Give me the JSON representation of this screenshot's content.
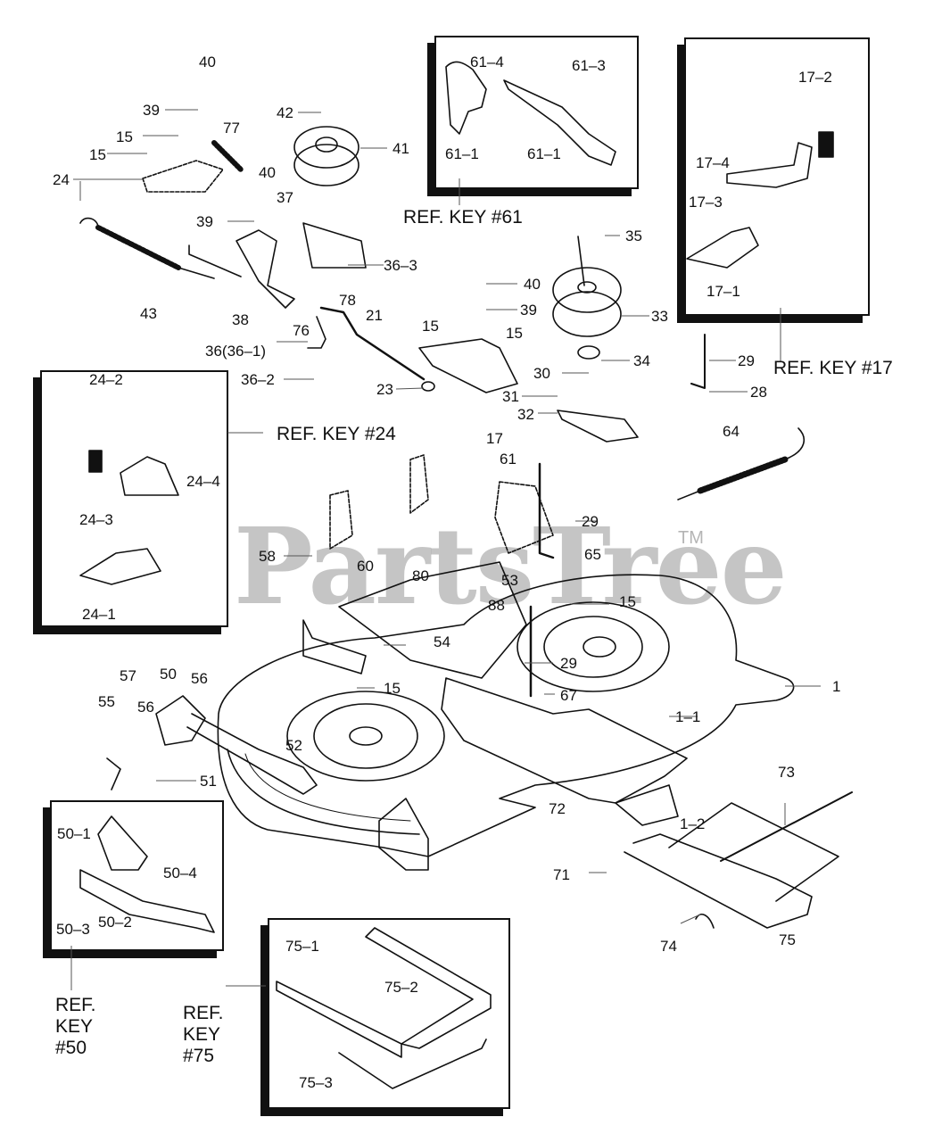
{
  "diagram": {
    "type": "exploded-parts-diagram",
    "watermark": "PartsTree",
    "watermark_mark": "TM",
    "colors": {
      "line": "#111111",
      "leader": "#555555",
      "watermark": "#969696",
      "background": "#ffffff"
    },
    "callouts": [
      {
        "id": "c40a",
        "text": "40"
      },
      {
        "id": "c39a",
        "text": "39"
      },
      {
        "id": "c77",
        "text": "77"
      },
      {
        "id": "c15a",
        "text": "15"
      },
      {
        "id": "c15b",
        "text": "15"
      },
      {
        "id": "c24",
        "text": "24"
      },
      {
        "id": "c42",
        "text": "42"
      },
      {
        "id": "c41",
        "text": "41"
      },
      {
        "id": "c40b",
        "text": "40"
      },
      {
        "id": "c37",
        "text": "37"
      },
      {
        "id": "c39b",
        "text": "39"
      },
      {
        "id": "c36_3",
        "text": "36–3"
      },
      {
        "id": "c43",
        "text": "43"
      },
      {
        "id": "c38",
        "text": "38"
      },
      {
        "id": "c78",
        "text": "78"
      },
      {
        "id": "c76",
        "text": "76"
      },
      {
        "id": "c21",
        "text": "21"
      },
      {
        "id": "c36_1",
        "text": "36(36–1)"
      },
      {
        "id": "c36_2",
        "text": "36–2"
      },
      {
        "id": "c23",
        "text": "23"
      },
      {
        "id": "c40c",
        "text": "40"
      },
      {
        "id": "c39c",
        "text": "39"
      },
      {
        "id": "c15c",
        "text": "15"
      },
      {
        "id": "c15d",
        "text": "15"
      },
      {
        "id": "c17",
        "text": "17"
      },
      {
        "id": "c35",
        "text": "35"
      },
      {
        "id": "c33",
        "text": "33"
      },
      {
        "id": "c34",
        "text": "34"
      },
      {
        "id": "c30",
        "text": "30"
      },
      {
        "id": "c31",
        "text": "31"
      },
      {
        "id": "c32",
        "text": "32"
      },
      {
        "id": "c29a",
        "text": "29"
      },
      {
        "id": "c28",
        "text": "28"
      },
      {
        "id": "c64",
        "text": "64"
      },
      {
        "id": "c61",
        "text": "61"
      },
      {
        "id": "c29b",
        "text": "29"
      },
      {
        "id": "c65",
        "text": "65"
      },
      {
        "id": "c58",
        "text": "58"
      },
      {
        "id": "c60",
        "text": "60"
      },
      {
        "id": "c80",
        "text": "80"
      },
      {
        "id": "c53",
        "text": "53"
      },
      {
        "id": "c88",
        "text": "88"
      },
      {
        "id": "c15e",
        "text": "15"
      },
      {
        "id": "c54",
        "text": "54"
      },
      {
        "id": "c29c",
        "text": "29"
      },
      {
        "id": "c1",
        "text": "1"
      },
      {
        "id": "c67",
        "text": "67"
      },
      {
        "id": "c1_1",
        "text": "1–1"
      },
      {
        "id": "c15f",
        "text": "15"
      },
      {
        "id": "c57",
        "text": "57"
      },
      {
        "id": "c50",
        "text": "50"
      },
      {
        "id": "c56a",
        "text": "56"
      },
      {
        "id": "c55",
        "text": "55"
      },
      {
        "id": "c56b",
        "text": "56"
      },
      {
        "id": "c52",
        "text": "52"
      },
      {
        "id": "c51",
        "text": "51"
      },
      {
        "id": "c72",
        "text": "72"
      },
      {
        "id": "c1_2",
        "text": "1–2"
      },
      {
        "id": "c73",
        "text": "73"
      },
      {
        "id": "c71",
        "text": "71"
      },
      {
        "id": "c74",
        "text": "74"
      },
      {
        "id": "c75",
        "text": "75"
      }
    ],
    "insets": [
      {
        "id": "ref61",
        "ref_label": "REF. KEY #61",
        "parts": [
          "61–4",
          "61–3",
          "61–1",
          "61–1"
        ]
      },
      {
        "id": "ref17",
        "ref_label": "REF. KEY #17",
        "parts": [
          "17–2",
          "17–4",
          "17–3",
          "17–1"
        ]
      },
      {
        "id": "ref24",
        "ref_label": "REF. KEY #24",
        "parts": [
          "24–2",
          "24–4",
          "24–3",
          "24–1"
        ]
      },
      {
        "id": "ref50",
        "ref_label": "REF.\nKEY\n#50",
        "parts": [
          "50–1",
          "50–4",
          "50–3",
          "50–2"
        ]
      },
      {
        "id": "ref75",
        "ref_label": "REF.\nKEY\n#75",
        "parts": [
          "75–1",
          "75–2",
          "75–3"
        ]
      }
    ]
  }
}
